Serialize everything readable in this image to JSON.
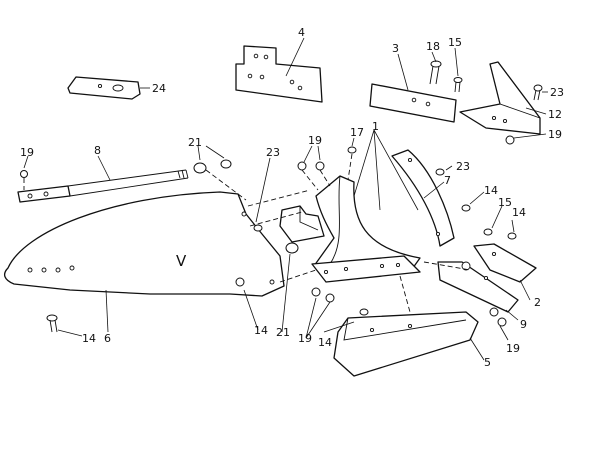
{
  "diagram": {
    "share_mark": "V",
    "callouts": [
      {
        "id": "c4",
        "text": "4"
      },
      {
        "id": "c3",
        "text": "3"
      },
      {
        "id": "c18",
        "text": "18"
      },
      {
        "id": "c15a",
        "text": "15"
      },
      {
        "id": "c23a",
        "text": "23"
      },
      {
        "id": "c12",
        "text": "12"
      },
      {
        "id": "c19a",
        "text": "19"
      },
      {
        "id": "c24",
        "text": "24"
      },
      {
        "id": "c19b",
        "text": "19"
      },
      {
        "id": "c8",
        "text": "8"
      },
      {
        "id": "c21a",
        "text": "21"
      },
      {
        "id": "c19c",
        "text": "19"
      },
      {
        "id": "c17",
        "text": "17"
      },
      {
        "id": "c1",
        "text": "1"
      },
      {
        "id": "c23b",
        "text": "23"
      },
      {
        "id": "c23c",
        "text": "23"
      },
      {
        "id": "c7",
        "text": "7"
      },
      {
        "id": "c14a",
        "text": "14"
      },
      {
        "id": "c15b",
        "text": "15"
      },
      {
        "id": "c14b",
        "text": "14"
      },
      {
        "id": "c2",
        "text": "2"
      },
      {
        "id": "c9",
        "text": "9"
      },
      {
        "id": "c19d",
        "text": "19"
      },
      {
        "id": "c14c",
        "text": "14"
      },
      {
        "id": "c21b",
        "text": "21"
      },
      {
        "id": "c19e",
        "text": "19"
      },
      {
        "id": "c14d",
        "text": "14"
      },
      {
        "id": "c5",
        "text": "5"
      },
      {
        "id": "c14e",
        "text": "14"
      },
      {
        "id": "c6",
        "text": "6"
      }
    ]
  }
}
